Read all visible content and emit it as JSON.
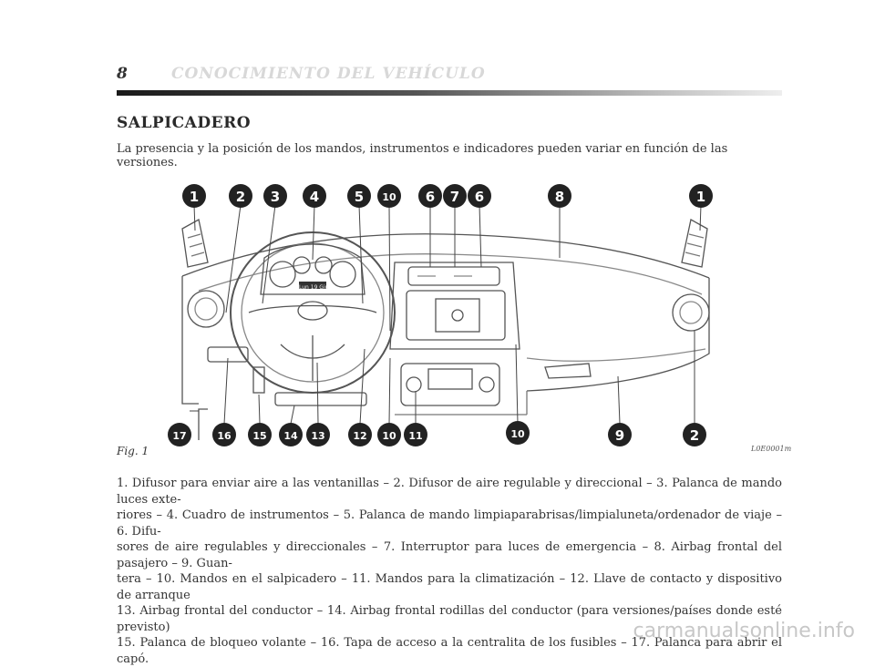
{
  "header": {
    "page_number": "8",
    "running_title": "CONOCIMIENTO DEL VEHÍCULO"
  },
  "section": {
    "title": "SALPICADERO",
    "intro": "La presencia y la posición de los mandos, instrumentos e indicadores pueden variar en función de las versiones."
  },
  "figure": {
    "label": "Fig. 1",
    "code": "L0E0001m",
    "instrument_display": "Lun 19 Giu",
    "callouts": [
      "1",
      "2",
      "3",
      "4",
      "5",
      "10",
      "6",
      "7",
      "6",
      "8",
      "1",
      "17",
      "16",
      "15",
      "14",
      "13",
      "12",
      "10",
      "11",
      "10",
      "9",
      "2"
    ]
  },
  "caption": {
    "line1": "1. Difusor para enviar aire a las ventanillas – 2. Difusor de aire regulable y direccional – 3. Palanca de mando luces exte-",
    "line2": "riores – 4. Cuadro de instrumentos – 5. Palanca de mando limpiaparabrisas/limpialuneta/ordenador de viaje – 6. Difu-",
    "line3": "sores de aire regulables y direccionales – 7. Interruptor para luces de emergencia – 8. Airbag frontal del pasajero – 9. Guan-",
    "line4": "tera – 10. Mandos en el salpicadero – 11. Mandos para la climatización – 12. Llave de contacto y dispositivo de arranque",
    "line5": "13. Airbag frontal del conductor – 14. Airbag frontal rodillas del conductor (para versiones/países donde esté previsto)",
    "line6": "15. Palanca de bloqueo volante – 16. Tapa de acceso a la centralita de los fusibles – 17. Palanca para abrir el capó."
  },
  "watermark": "carmanualsonline.info"
}
